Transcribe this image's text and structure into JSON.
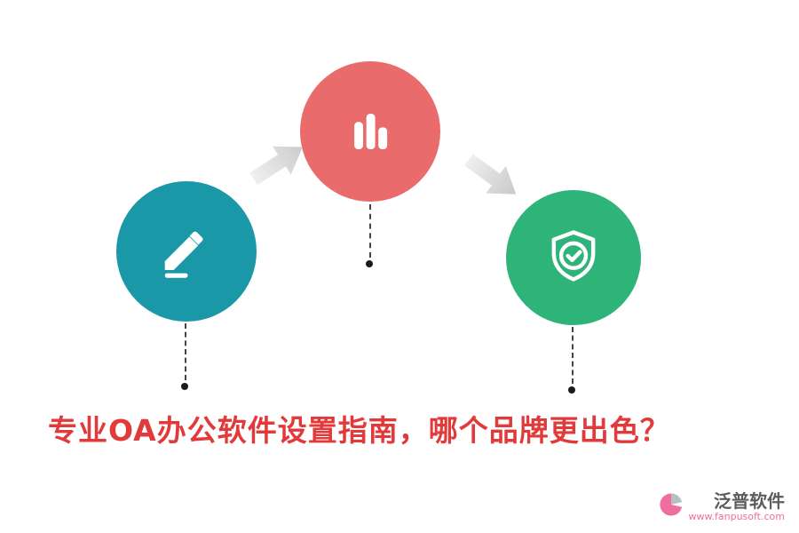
{
  "title": {
    "text": "专业OA办公软件设置指南，哪个品牌更出色？",
    "color": "#e23a3a"
  },
  "steps": [
    {
      "id": "write",
      "icon": "pencil-icon",
      "color": "#1a98a8"
    },
    {
      "id": "stats",
      "icon": "bar-chart-icon",
      "color": "#e96b6b"
    },
    {
      "id": "secure",
      "icon": "shield-check-icon",
      "color": "#2eb378"
    }
  ],
  "connectors": {
    "arrow_color_light": "#ececec",
    "arrow_color_dark": "#cfcfcf",
    "dashed_line_color": "#444444",
    "end_dot_color": "#1b1b1b"
  },
  "logo": {
    "name": "泛普软件",
    "url": "www.fanpusoft.com",
    "accent": "#ef6e9e"
  }
}
